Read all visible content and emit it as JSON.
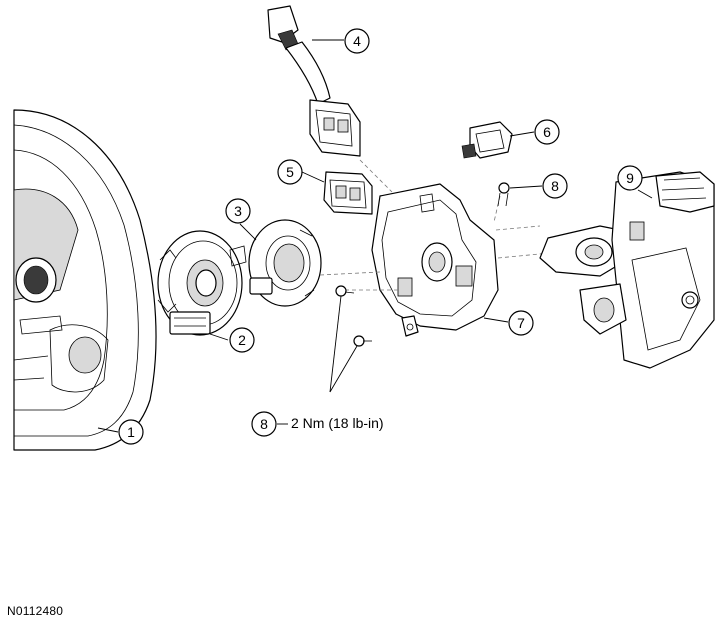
{
  "callouts": [
    "1",
    "2",
    "3",
    "4",
    "5",
    "6",
    "7",
    "8",
    "8",
    "9"
  ],
  "torque_spec": "2 Nm (18 lb-in)",
  "figure_id": "N0112480"
}
